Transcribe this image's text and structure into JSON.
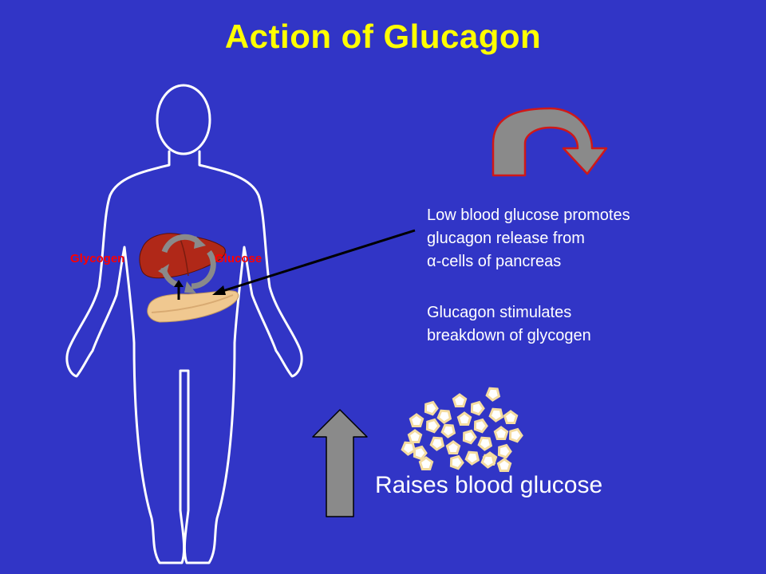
{
  "slide": {
    "title": "Action of Glucagon",
    "labels": {
      "glycogen": "Glycogen",
      "glucose": "Glucose"
    },
    "text_block_1": [
      "Low blood glucose promotes",
      "glucagon release from",
      "α-cells of pancreas"
    ],
    "text_block_2": [
      "Glucagon stimulates",
      "breakdown of glycogen"
    ],
    "result": "Raises blood glucose"
  },
  "colors": {
    "background": "#3135c6",
    "title": "#ffff00",
    "label_red": "#ff0000",
    "text": "#ffffff",
    "arrow_gray": "#808080",
    "arrow_outline_red": "#d01818",
    "liver": "#b02818",
    "pancreas": "#f0c890",
    "glucose_molecule": "#f4dca0"
  },
  "icons": {
    "body": "human-body-outline",
    "liver": "liver-icon",
    "pancreas": "pancreas-icon",
    "cycle": "cycle-arrows-icon",
    "curved_arrow": "curved-arrow-icon",
    "up_arrow": "up-arrow-icon",
    "molecules": "glucose-molecules-icon"
  }
}
